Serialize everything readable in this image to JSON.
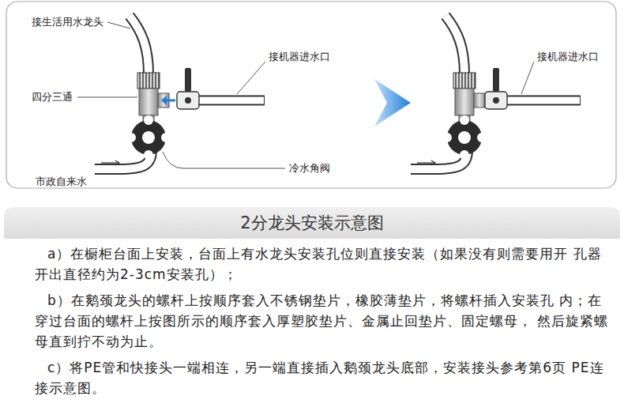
{
  "diagram": {
    "title": "2分龙头安装示意图",
    "labels": [
      "接生活用水龙头",
      "四分三通",
      "接机器进水口",
      "冷水角阀",
      "市政自来水",
      "接机器进水口",
      "a）在橱柜台面上安装，台面上有水龙头安装孔位则直接安装（如果没有则需要用开 孔器开出直径约为2-3cm安装孔）；",
      "b）在鹅颈龙头的螺杆上按顺序套入不锈钢垫片，橡胶薄垫片，将螺杆插入安装孔 内；在穿过台面的螺杆上按图所示的顺序套入厚塑胶垫片、金属止回垫片、固定螺母， 然后旋紧螺母直到拧不动为止。",
      "c）将PE管和快接头一端相连，另一端直接插入鹅颈龙头底部，安装接头参考第6页 PE连接示意图。"
    ]
  }
}
